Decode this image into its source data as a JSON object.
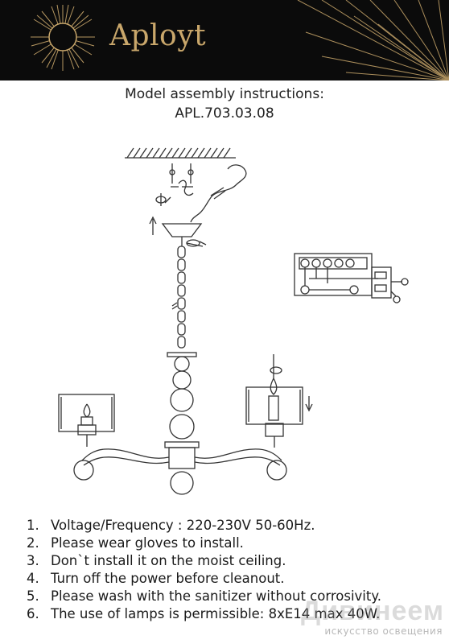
{
  "header": {
    "brand": "Aployt"
  },
  "title": {
    "line1": "Model assembly instructions:",
    "line2": "APL.703.03.08"
  },
  "instructions": [
    {
      "num": "1.",
      "text": "Voltage/Frequency : 220-230V 50-60Hz."
    },
    {
      "num": "2.",
      "text": "Please wear gloves to install."
    },
    {
      "num": "3.",
      "text": "Don`t install it on the moist ceiling."
    },
    {
      "num": "4.",
      "text": "Turn off the power before cleanout."
    },
    {
      "num": "5.",
      "text": "Please wash with the sanitizer without corrosivity."
    },
    {
      "num": "6.",
      "text": "The use of lamps is permissible: 8xE14 max 40W."
    }
  ],
  "watermark": {
    "brand": "Дивинеем",
    "tagline": "искусство освещения"
  },
  "colors": {
    "header_bg": "#0b0b0b",
    "gold": "#c9a76b",
    "line": "#333333"
  }
}
